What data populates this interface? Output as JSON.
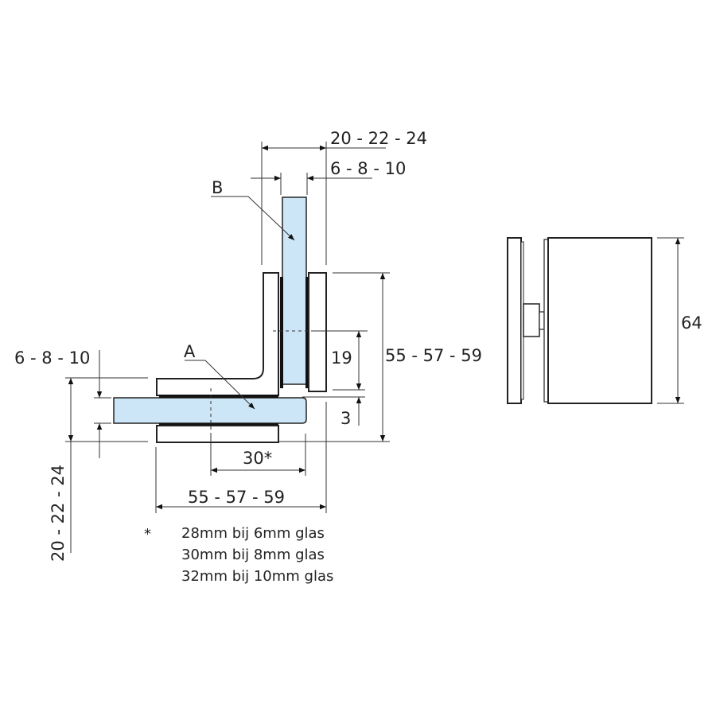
{
  "drawing": {
    "labels": {
      "part_a": "A",
      "part_b": "B"
    },
    "dimensions": {
      "top_total_width": "20 - 22 - 24",
      "top_glass_thickness": "6 - 8 - 10",
      "left_glass_thickness": "6 - 8 - 10",
      "left_total_height": "20 - 22 - 24",
      "offset_19": "19",
      "offset_3": "3",
      "right_height": "55 - 57 - 59",
      "center_distance": "30*",
      "bottom_width": "55 - 57 - 59",
      "side_view_height": "64"
    },
    "footnote": {
      "marker": "*",
      "lines": [
        "28mm bij 6mm glas",
        "30mm bij 8mm glas",
        "32mm bij 10mm glas"
      ]
    },
    "colors": {
      "glass": "#cde6f7",
      "line": "#222222"
    }
  }
}
